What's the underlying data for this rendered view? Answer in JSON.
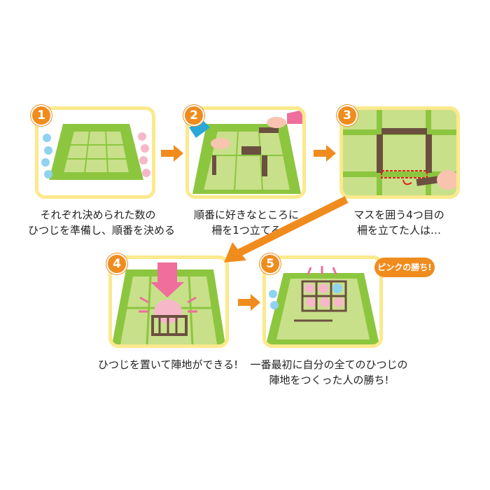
{
  "steps": [
    {
      "number": "1",
      "caption_line1": "それぞれ決められた数の",
      "caption_line2": "ひつじを準備し、順番を決める"
    },
    {
      "number": "2",
      "caption_line1": "順番に好きなところに",
      "caption_line2": "柵を1つ立てる"
    },
    {
      "number": "3",
      "caption_line1": "マスを囲う4つ目の",
      "caption_line2": "柵を立てた人は…"
    },
    {
      "number": "4",
      "caption_line1": "ひつじを置いて陣地ができる!"
    },
    {
      "number": "5",
      "caption_line1": "一番最初に自分の全てのひつじの",
      "caption_line2": "陣地をつくった人の勝ち!"
    }
  ],
  "bubble": "ピンクの勝ち!",
  "colors": {
    "accent": "#f08c1e",
    "frame": "#fbe98c",
    "grass": "#8cc63f",
    "grass_light": "#c8e08a",
    "fence": "#6b5040"
  }
}
